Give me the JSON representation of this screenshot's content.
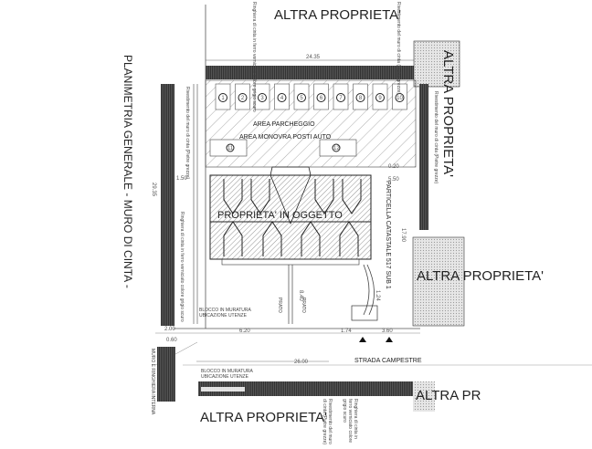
{
  "drawing": {
    "title": "PLANIMETRIA GENERALE - MURO DI CINTA -",
    "neighbors": {
      "top": "ALTRA PROPRIETA'",
      "right_top": "ALTRA PROPRIETA'",
      "right_middle": "ALTRA PROPRIETA'",
      "bottom": "ALTRA PROPRIETA'",
      "bottom_right": "ALTRA PR"
    },
    "areas": {
      "parking": "AREA PARCHEGGIO",
      "maneuver": "AREA MONOVRA POSTI AUTO",
      "property": "PROPRIETA' IN OGGETTO",
      "parcel": "PARTICELLA CATASTALE 517 SUB 1",
      "road": "STRADA CAMPESTRE",
      "utility_block_line1": "BLOCCO IN MURATURA",
      "utility_block_line2": "UBICAZIONE UTENZE",
      "inner_block_line1": "BLOCCO IN MURATURA",
      "inner_block_line2": "UBICAZIONE UTENZE",
      "inner_wall": "MURO E RINGHIERA INTERNA"
    },
    "parking_spots": [
      "1",
      "2",
      "3",
      "4",
      "5",
      "6",
      "7",
      "8",
      "9",
      "10"
    ],
    "maneuver_spots": [
      "11",
      "12"
    ],
    "dimensions": {
      "width_top": "24.35",
      "height_left": "29.35",
      "road_length": "26.00",
      "right_height": "17.90",
      "d1": "1.50",
      "d2": "5.50",
      "d3": "0.20",
      "d4": "6.20",
      "d5": "2.00",
      "d6": "0.60",
      "d7": "1.74",
      "d8": "3.60",
      "d9": "8.40",
      "d10": "1.24"
    },
    "notes": {
      "wall_cladding": "Rivestimento del muro di cinta (Pietre grezze)",
      "railing": "Ringhiera di cinta in ferro verniciato colore grigio scuro",
      "lawn": "PRATO"
    }
  }
}
